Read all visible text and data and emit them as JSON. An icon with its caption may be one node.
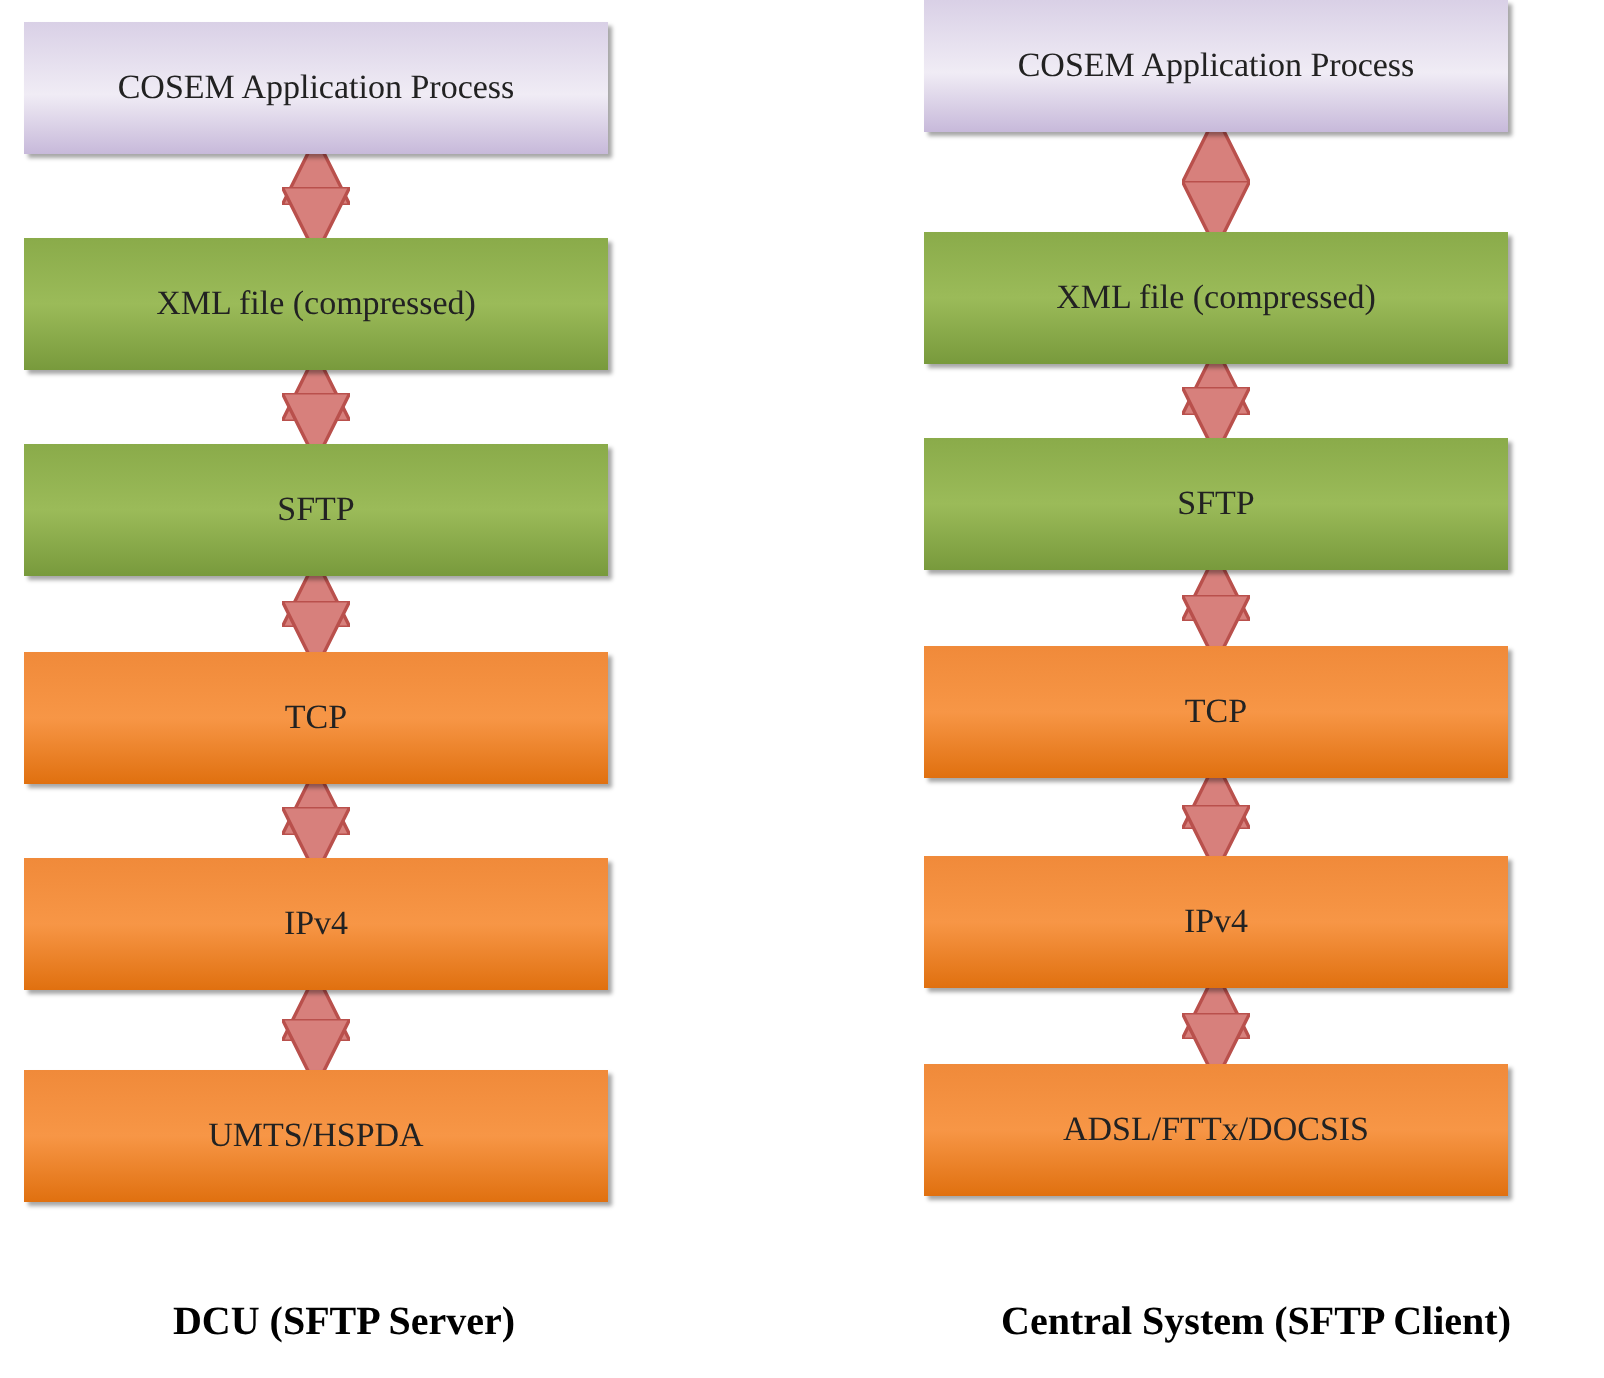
{
  "diagram": {
    "nodes": [
      {
        "text": [
          "COSEM Application Process"
        ]
      },
      {
        "text": [
          "XML file (compressed)"
        ]
      },
      {
        "text": [
          "SFTP"
        ]
      },
      {
        "text": [
          "TCP"
        ]
      },
      {
        "text": [
          "IPv4"
        ]
      },
      {
        "text": [
          "UMTS/HSPDA"
        ]
      },
      {
        "text": [
          "COSEM Application Process"
        ]
      },
      {
        "text": [
          "XML file (compressed)"
        ]
      },
      {
        "text": [
          "SFTP"
        ]
      },
      {
        "text": [
          "TCP"
        ]
      },
      {
        "text": [
          "IPv4"
        ]
      },
      {
        "text": [
          "ADSL/FTTx/DOCSIS"
        ]
      }
    ],
    "edges": [
      {
        "from": 0,
        "to": 1,
        "arrow": "both"
      },
      {
        "from": 1,
        "to": 2,
        "arrow": "both"
      },
      {
        "from": 2,
        "to": 3,
        "arrow": "both"
      },
      {
        "from": 3,
        "to": 4,
        "arrow": "both"
      },
      {
        "from": 4,
        "to": 5,
        "arrow": "both"
      },
      {
        "from": 6,
        "to": 7,
        "arrow": "both"
      },
      {
        "from": 7,
        "to": 8,
        "arrow": "both"
      },
      {
        "from": 8,
        "to": 9,
        "arrow": "both"
      },
      {
        "from": 9,
        "to": 10,
        "arrow": "both"
      },
      {
        "from": 10,
        "to": 11,
        "arrow": "both"
      }
    ],
    "labels": [
      "DCU (SFTP Server)",
      "Central System (SFTP Client)"
    ]
  }
}
